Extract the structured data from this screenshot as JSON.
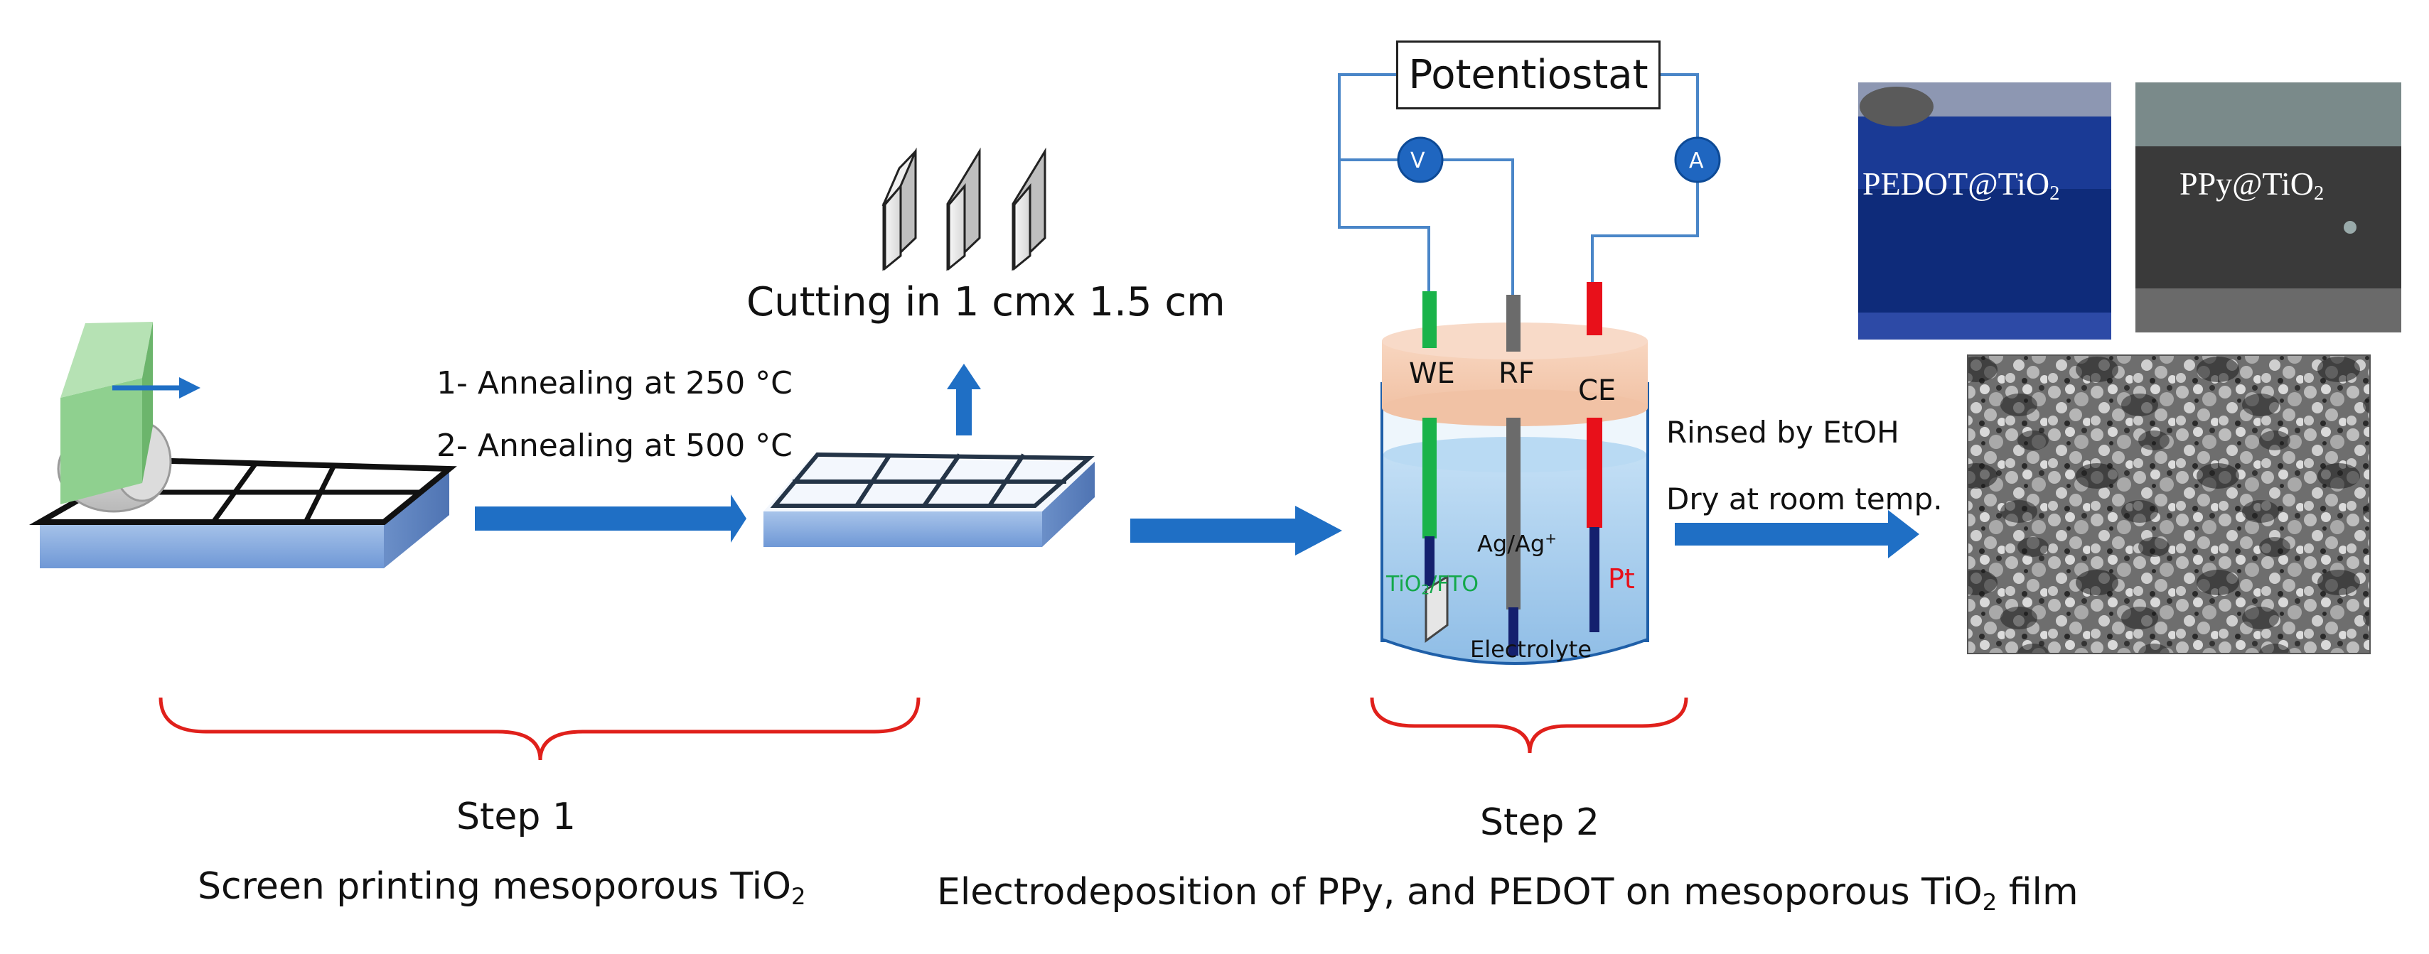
{
  "annealing": {
    "line1": "1- Annealing at 250 °C",
    "line2": "2- Annealing at 500 °C"
  },
  "cutting": {
    "label": "Cutting in 1 cmx 1.5 cm"
  },
  "cell": {
    "instrument": "Potentiostat",
    "voltmeter": "V",
    "ammeter": "A",
    "electrodes": {
      "we": "WE",
      "rf": "RF",
      "ce": "CE"
    },
    "reference": {
      "main": "Ag/Ag",
      "sup": "+"
    },
    "working_sample": {
      "a": "TiO",
      "sub": "2",
      "b": "/FTO"
    },
    "counter_material": "Pt",
    "electrolyte": "Electrolyte"
  },
  "post_treatment": {
    "line1": "Rinsed by EtOH",
    "line2": "Dry at room temp."
  },
  "photos": {
    "pedot": {
      "main": "PEDOT@TiO",
      "sub": "2"
    },
    "ppy": {
      "main": "PPy@TiO",
      "sub": "2"
    }
  },
  "step1": {
    "title": "Step 1",
    "caption_main": "Screen printing mesoporous TiO",
    "caption_sub": "2"
  },
  "step2": {
    "title": "Step 2",
    "caption_main": "Electrodeposition of PPy, and PEDOT on mesoporous TiO",
    "caption_sub": "2",
    "caption_tail": " film"
  },
  "colors": {
    "arrow": "#1f6fc5",
    "brace": "#e0201b",
    "we_green": "#1ab34a",
    "ce_red": "#e8101a",
    "rf_gray": "#6b6b6b",
    "wire": "#4a86c8",
    "meter": "#1f66c0",
    "cap": "#f5cdb3",
    "electrolyte": "#a9cfee",
    "sample_green": "#8fd08f",
    "substrate_blue": "#8fb3e0",
    "grid": "#1c2a3a"
  }
}
